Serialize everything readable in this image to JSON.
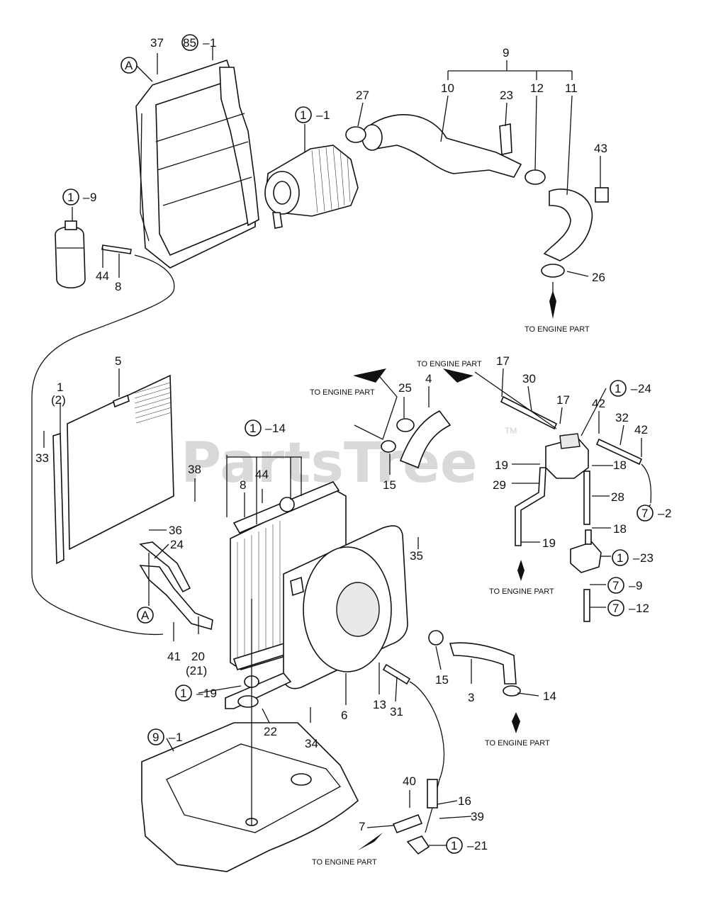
{
  "watermark": {
    "text": "PartsTree",
    "tm": "TM"
  },
  "callouts": {
    "c37": "37",
    "c85_1": {
      "circle": "85",
      "suffix": "1"
    },
    "cA_top": "A",
    "c1_1": {
      "circle": "1",
      "suffix": "1"
    },
    "c27": "27",
    "c9": "9",
    "c10": "10",
    "c23": "23",
    "c12": "12",
    "c11": "11",
    "c43": "43",
    "c1_9": {
      "circle": "1",
      "suffix": "9"
    },
    "c44_top": "44",
    "c8_top": "8",
    "c26": "26",
    "to_engine_1": "TO ENGINE PART",
    "c5": "5",
    "c1_2": "1",
    "c1_2_paren": "(2)",
    "c33": "33",
    "to_engine_2": "TO ENGINE PART",
    "to_engine_3": "TO ENGINE PART",
    "c25": "25",
    "c4": "4",
    "c15_top": "15",
    "c17_a": "17",
    "c30": "30",
    "c17_b": "17",
    "c1_24": {
      "circle": "1",
      "suffix": "24"
    },
    "c42_a": "42",
    "c32": "32",
    "c42_b": "42",
    "c1_14": {
      "circle": "1",
      "suffix": "14"
    },
    "c38": "38",
    "c8_mid": "8",
    "c44_mid": "44",
    "c19_a": "19",
    "c18_a": "18",
    "c29": "29",
    "c28": "28",
    "c7_2": {
      "circle": "7",
      "suffix": "2"
    },
    "c36": "36",
    "c24": "24",
    "c35": "35",
    "c18_b": "18",
    "c19_b": "19",
    "c1_23": {
      "circle": "1",
      "suffix": "23"
    },
    "to_engine_4": "TO ENGINE PART",
    "c7_9": {
      "circle": "7",
      "suffix": "9"
    },
    "c7_12": {
      "circle": "7",
      "suffix": "12"
    },
    "cA_bottom": "A",
    "c41": "41",
    "c20": "20",
    "c21_paren": "(21)",
    "c15_mid": "15",
    "c3": "3",
    "c14": "14",
    "c1_19": {
      "circle": "1",
      "suffix": "19"
    },
    "c13": "13",
    "c31": "31",
    "c6": "6",
    "c22": "22",
    "c34": "34",
    "to_engine_5": "TO ENGINE PART",
    "c9_1": {
      "circle": "9",
      "suffix": "1"
    },
    "c40": "40",
    "c16": "16",
    "c39": "39",
    "c7": "7",
    "c1_21": {
      "circle": "1",
      "suffix": "21"
    },
    "to_engine_6": "TO ENGINE PART"
  }
}
